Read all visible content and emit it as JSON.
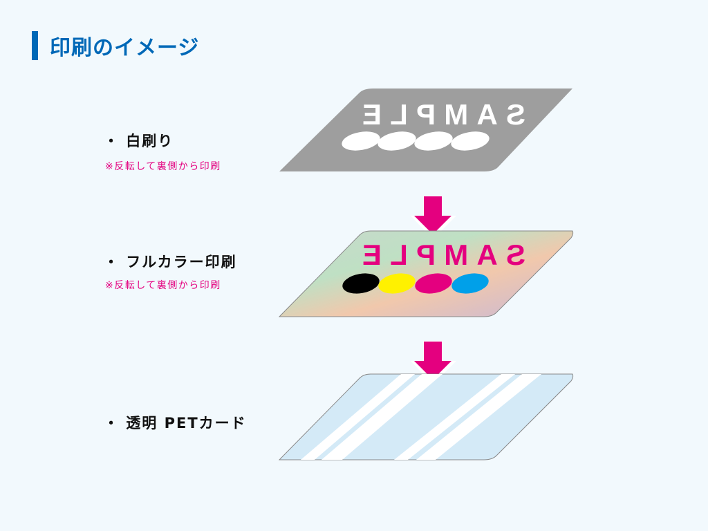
{
  "title": "印刷のイメージ",
  "layers": [
    {
      "label": "・ 白刷り",
      "note": "※反転して裏側から印刷",
      "card_text": "SAMPLE",
      "card_color": "#9e9e9e",
      "dot_colors": [
        "#ffffff",
        "#ffffff",
        "#ffffff",
        "#ffffff"
      ]
    },
    {
      "label": "・ フルカラー印刷",
      "note": "※反転して裏側から印刷",
      "card_text": "SAMPLE",
      "text_color": "#e4007f",
      "dot_colors": [
        "#000000",
        "#fff100",
        "#e4007f",
        "#00a0e9"
      ]
    },
    {
      "label": "・ 透明 PETカード",
      "card_color": "#d4eaf7"
    }
  ],
  "arrow_color": "#e4007f"
}
